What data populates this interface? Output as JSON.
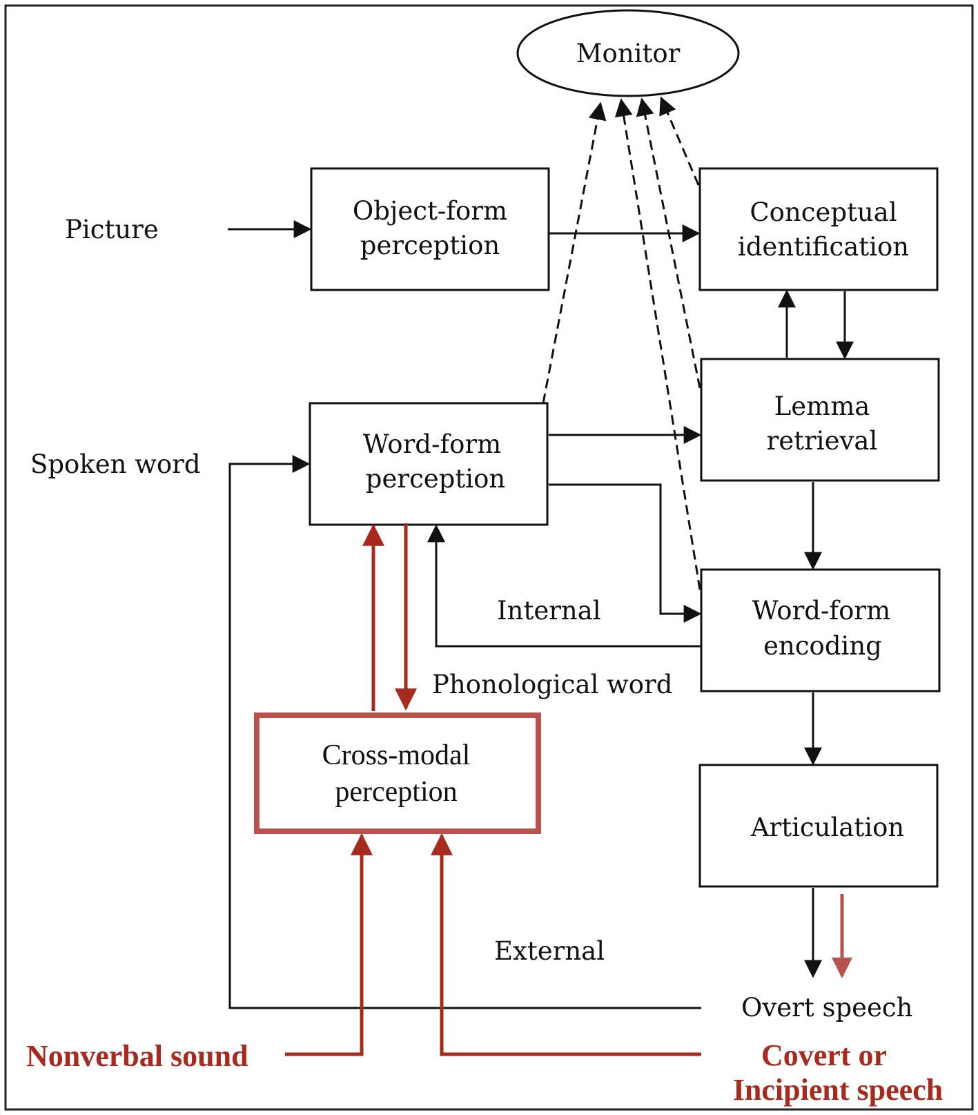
{
  "colors": {
    "ink": "#111111",
    "accent_red": "#a82a1e",
    "box_red_border": "#b8524c",
    "background": "#ffffff"
  },
  "nodes": {
    "monitor": "Monitor",
    "object_form": [
      "Object-form",
      "perception"
    ],
    "conceptual": [
      "Conceptual",
      "identification"
    ],
    "lemma": [
      "Lemma",
      "retrieval"
    ],
    "word_form_perception": [
      "Word-form",
      "perception"
    ],
    "word_form_encoding": [
      "Word-form",
      "encoding"
    ],
    "articulation": "Articulation",
    "cross_modal": [
      "Cross-modal",
      "perception"
    ]
  },
  "labels": {
    "picture": "Picture",
    "spoken_word": "Spoken word",
    "internal": "Internal",
    "phonological_word": "Phonological word",
    "external": "External",
    "overt_speech": "Overt speech",
    "nonverbal_sound": "Nonverbal sound",
    "covert_speech": [
      "Covert or",
      "Incipient speech"
    ]
  }
}
